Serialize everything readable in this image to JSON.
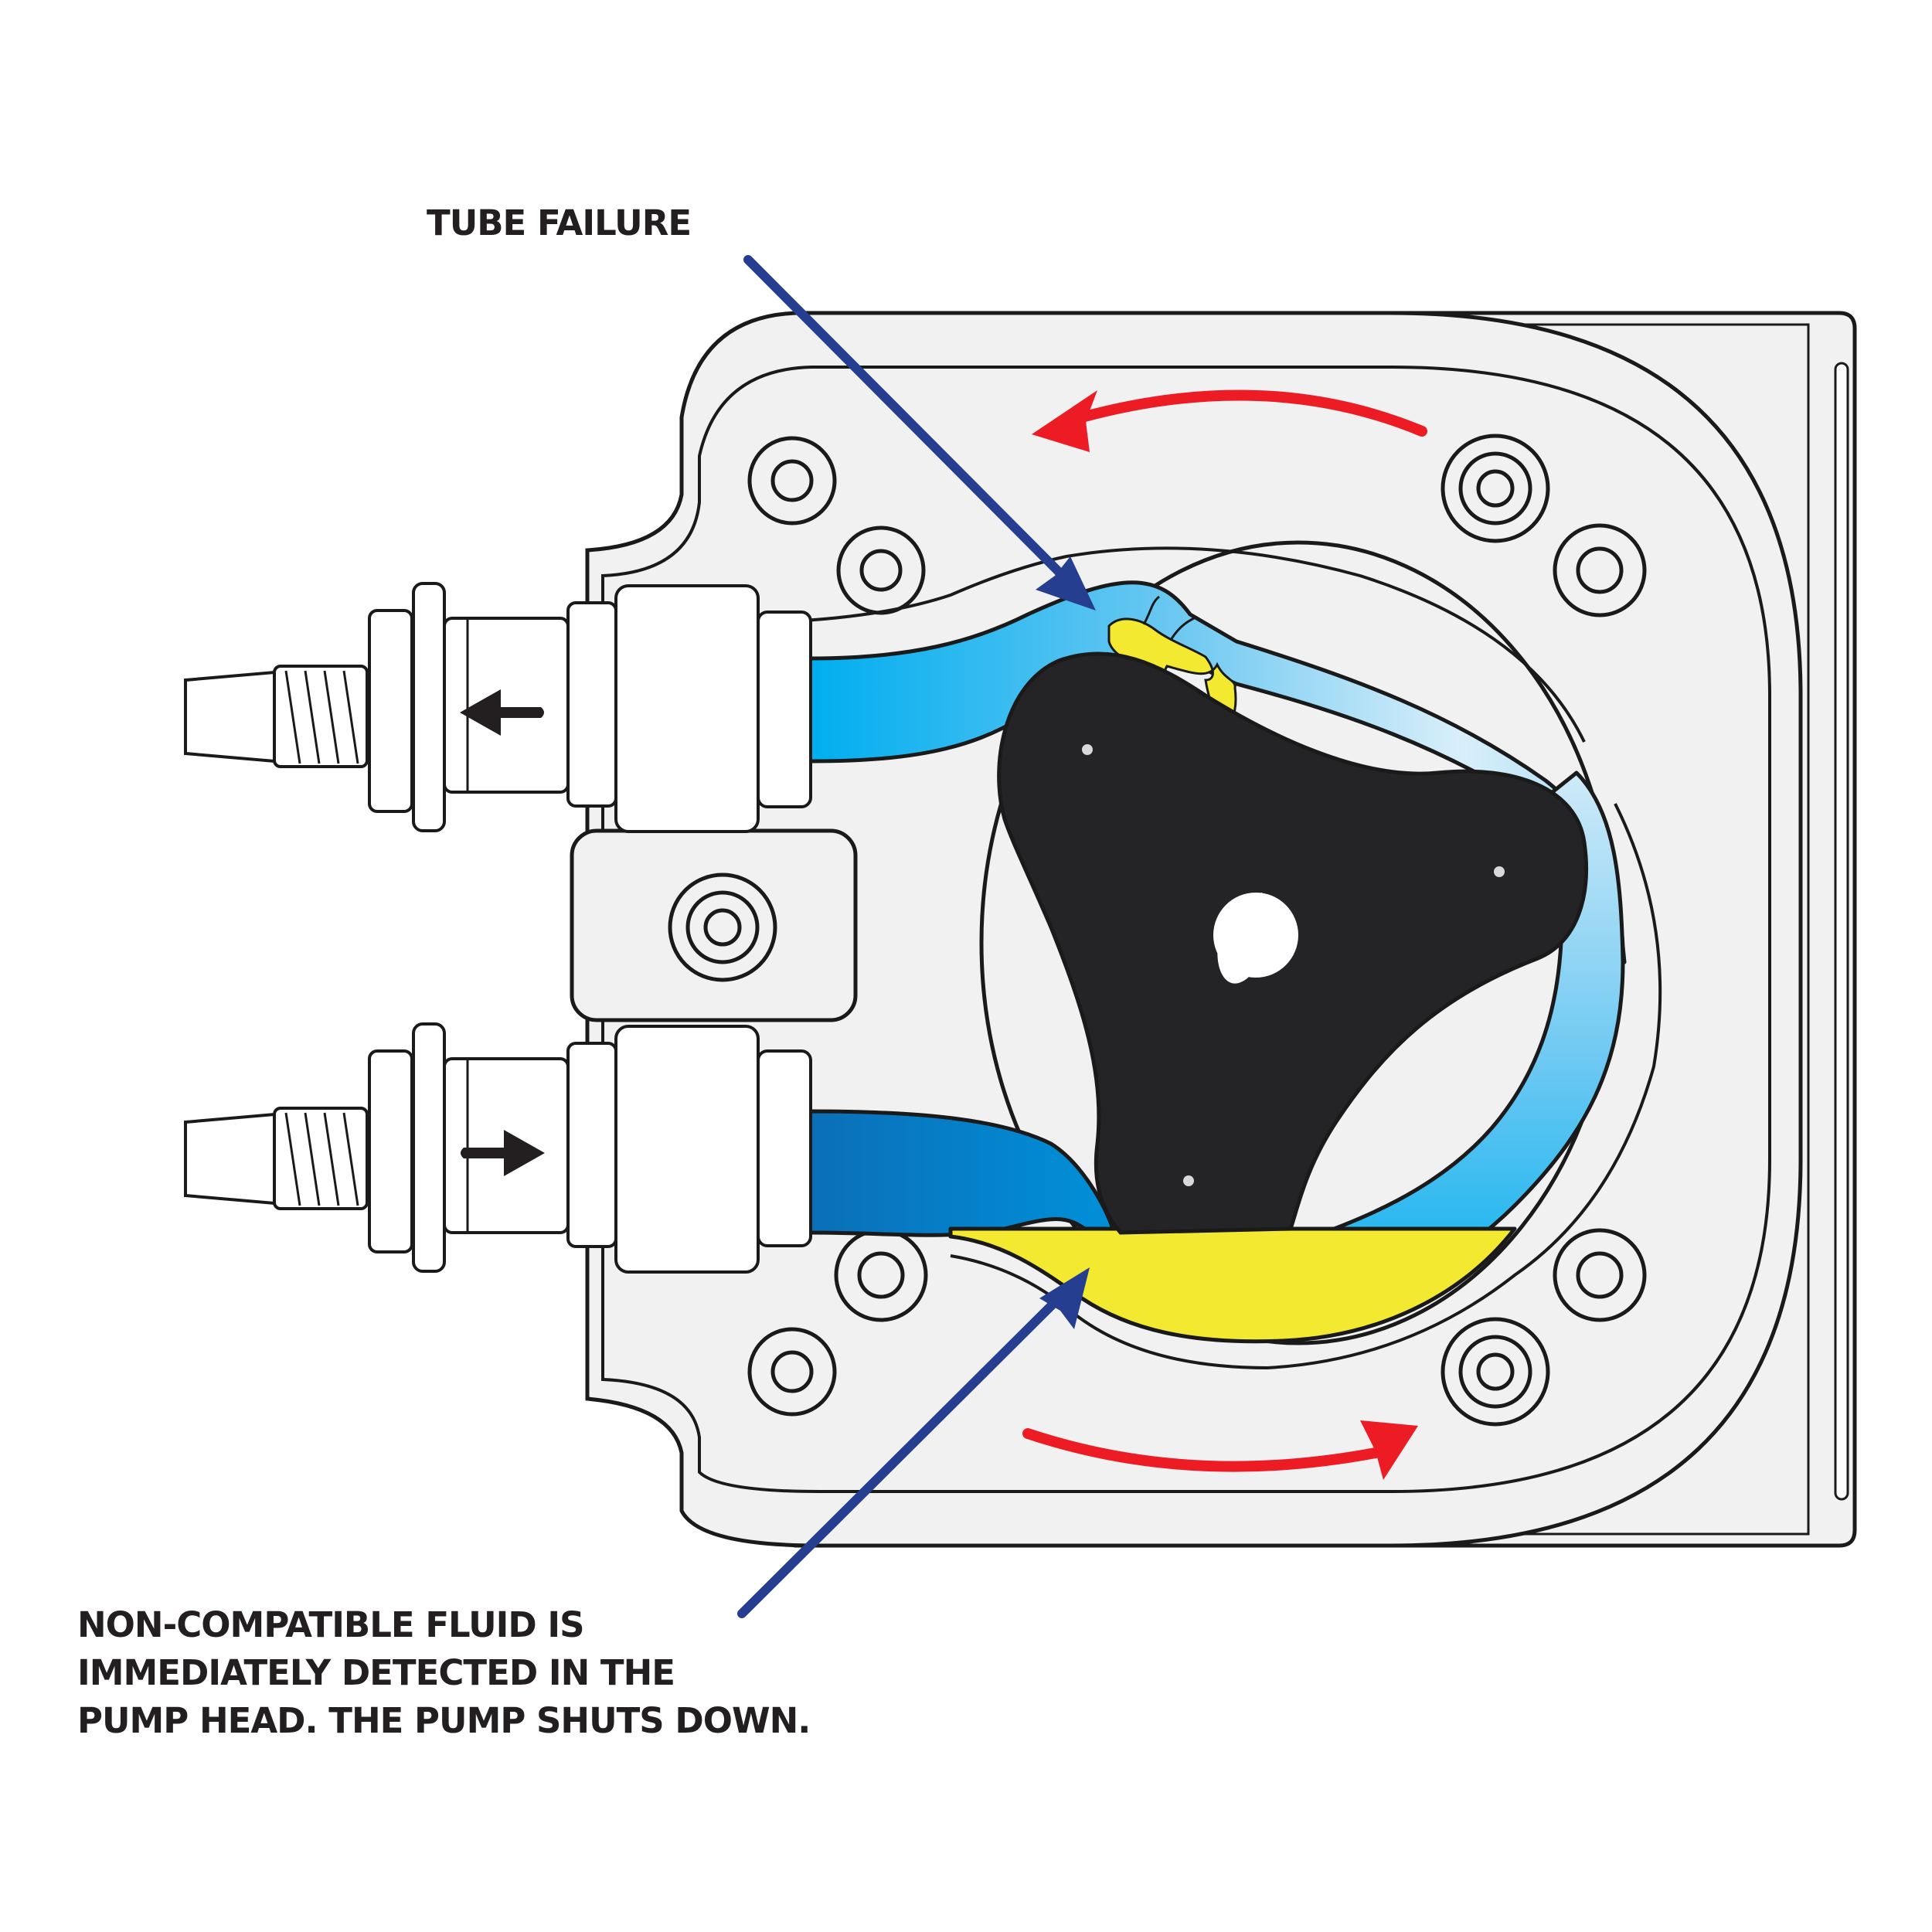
{
  "labels": {
    "tube_failure": "TUBE FAILURE",
    "fluid_detected": [
      "NON-COMPATIBLE FLUID IS",
      "IMMEDIATELY DETECTED IN THE",
      "PUMP HEAD. THE PUMP SHUTS DOWN."
    ]
  },
  "colors": {
    "outline": "#1a1a1a",
    "housing_fill": "#f1f1f2",
    "rotor": "#242427",
    "fluid_blue": "#00aeef",
    "fluid_blue_dark": "#0078c1",
    "fluid_light": "#bfe6f8",
    "leak_yellow": "#f2e930",
    "callout_arrow": "#253e8f",
    "rotation_arrow": "#ed1c24"
  },
  "rotation_direction": "clockwise",
  "icons": [
    "inlet-arrow-icon",
    "outlet-arrow-icon",
    "rotation-arrow-icon",
    "callout-arrow-icon"
  ]
}
